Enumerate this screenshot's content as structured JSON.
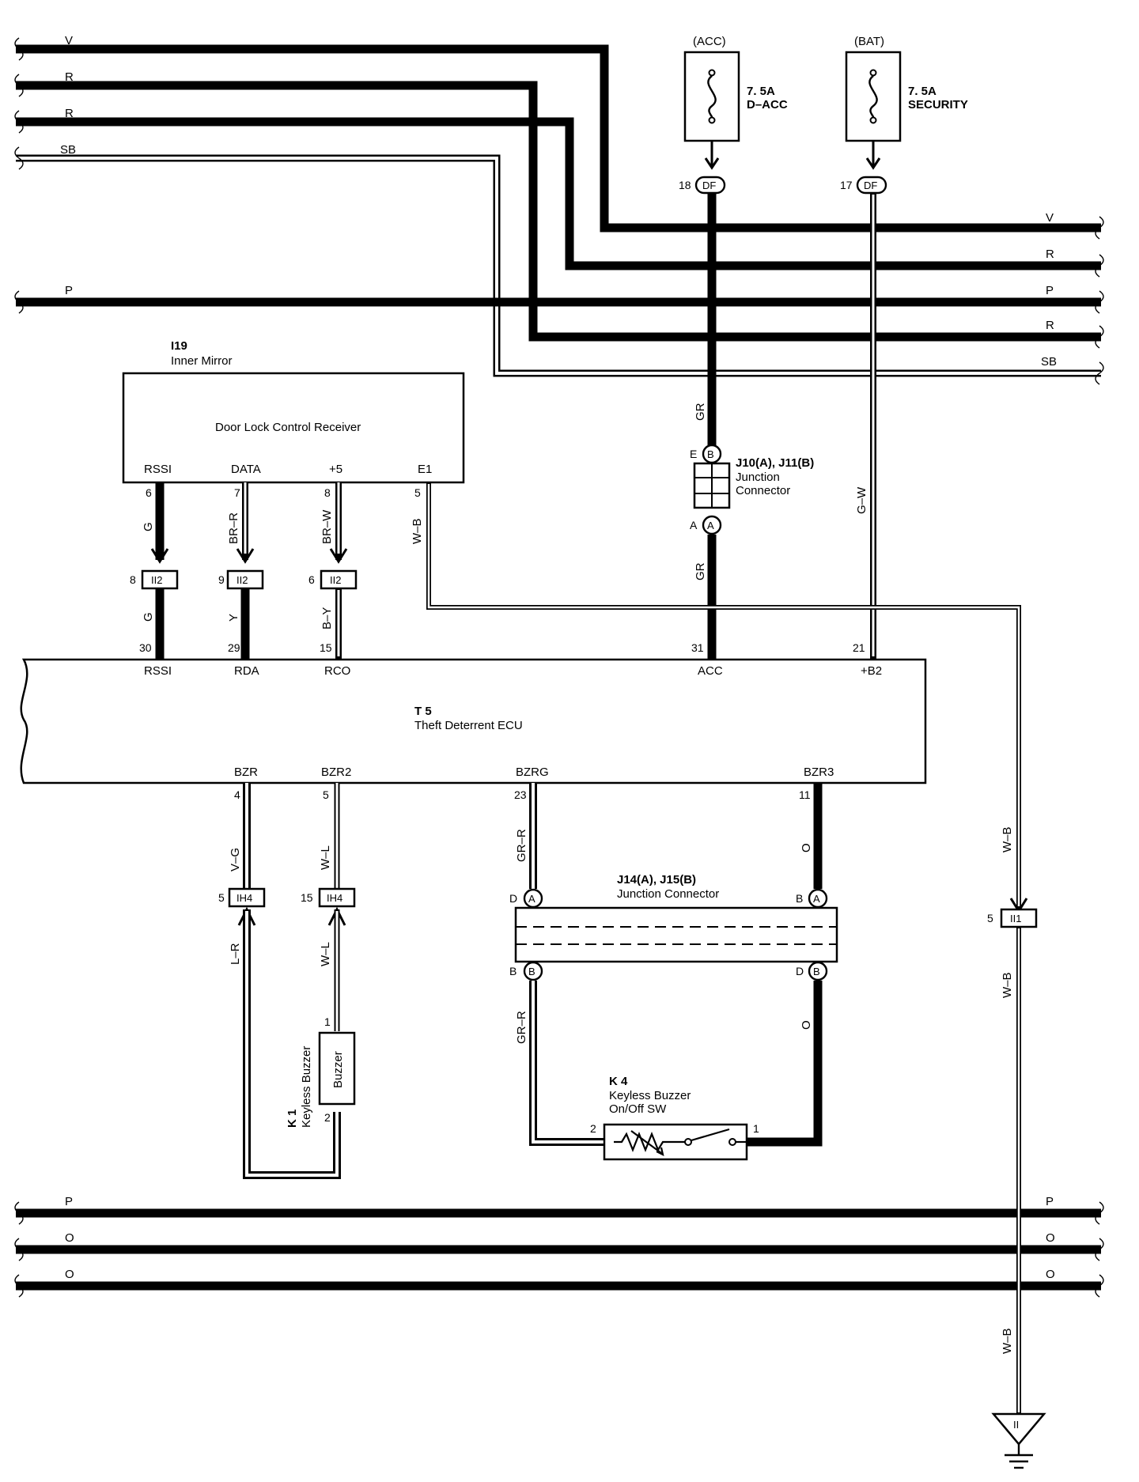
{
  "bus_top_left": [
    {
      "color": "V"
    },
    {
      "color": "R"
    },
    {
      "color": "R"
    },
    {
      "color": "SB"
    },
    {
      "color": "P"
    }
  ],
  "bus_top_right": [
    {
      "color": "V"
    },
    {
      "color": "R"
    },
    {
      "color": "P"
    },
    {
      "color": "R"
    },
    {
      "color": "SB"
    }
  ],
  "bus_bottom": [
    {
      "left": "P",
      "right": "P"
    },
    {
      "left": "O",
      "right": "O"
    },
    {
      "left": "O",
      "right": "O"
    }
  ],
  "fuse_acc": {
    "source": "(ACC)",
    "rating": "7. 5A",
    "name": "D–ACC",
    "pin": "18",
    "connector": "DF"
  },
  "fuse_bat": {
    "source": "(BAT)",
    "rating": "7. 5A",
    "name": "SECURITY",
    "pin": "17",
    "connector": "DF"
  },
  "mirror": {
    "code": "I19",
    "name": "Inner Mirror",
    "title": "Door Lock Control Receiver",
    "pins": [
      {
        "name": "RSSI",
        "num": "6",
        "wire": "G"
      },
      {
        "name": "DATA",
        "num": "7",
        "wire": "BR–R"
      },
      {
        "name": "+5",
        "num": "8",
        "wire": "BR–W"
      },
      {
        "name": "E1",
        "num": "5",
        "wire": "W–B"
      }
    ]
  },
  "ii2": [
    {
      "left": "8",
      "code": "II2",
      "wire_below": "G"
    },
    {
      "left": "9",
      "code": "II2",
      "wire_below": "Y"
    },
    {
      "left": "6",
      "code": "II2",
      "wire_below": "B–Y"
    }
  ],
  "j10": {
    "title": "J10(A), J11(B)",
    "line2": "Junction",
    "line3": "Connector",
    "top_pin": "E",
    "top_code": "B",
    "bottom_pin": "A",
    "bottom_code": "A",
    "wire_top": "GR",
    "wire_bottom": "GR"
  },
  "ecu": {
    "code": "T 5",
    "name": "Theft Deterrent ECU",
    "top_pins": [
      {
        "name": "RSSI",
        "num": "30"
      },
      {
        "name": "RDA",
        "num": "29"
      },
      {
        "name": "RCO",
        "num": "15"
      },
      {
        "name": "ACC",
        "num": "31"
      },
      {
        "name": "+B2",
        "num": "21"
      }
    ],
    "bottom_pins": [
      {
        "name": "BZR",
        "num": "4",
        "wire": "V–G"
      },
      {
        "name": "BZR2",
        "num": "5",
        "wire": "W–L"
      },
      {
        "name": "BZRG",
        "num": "23",
        "wire": "GR–R"
      },
      {
        "name": "BZR3",
        "num": "11",
        "wire": "O"
      }
    ]
  },
  "bat_wire": "G–W",
  "ih4": [
    {
      "left": "5",
      "code": "IH4",
      "wire_below": "L–R"
    },
    {
      "left": "15",
      "code": "IH4",
      "wire_below": "W–L"
    }
  ],
  "j14": {
    "title": "J14(A), J15(B)",
    "name": "Junction Connector",
    "tl_pin": "D",
    "tl_code": "A",
    "tr_pin": "B",
    "tr_code": "A",
    "bl_pin": "B",
    "bl_code": "B",
    "br_pin": "D",
    "br_code": "B",
    "wire_left_below": "GR–R",
    "wire_right_below": "O"
  },
  "k1": {
    "code": "K 1",
    "name": "Keyless Buzzer",
    "body": "Buzzer",
    "pin_top": "1",
    "pin_bottom": "2"
  },
  "k4": {
    "code": "K 4",
    "name": "Keyless Buzzer",
    "name2": "On/Off SW",
    "pin_left": "2",
    "pin_right": "1"
  },
  "ground": {
    "wire_upper": "W–B",
    "wire_mid": "W–B",
    "wire_lower": "W–B",
    "wire_last": "W–B",
    "ii1_pin": "5",
    "ii1_code": "II1",
    "ground_code": "II"
  }
}
